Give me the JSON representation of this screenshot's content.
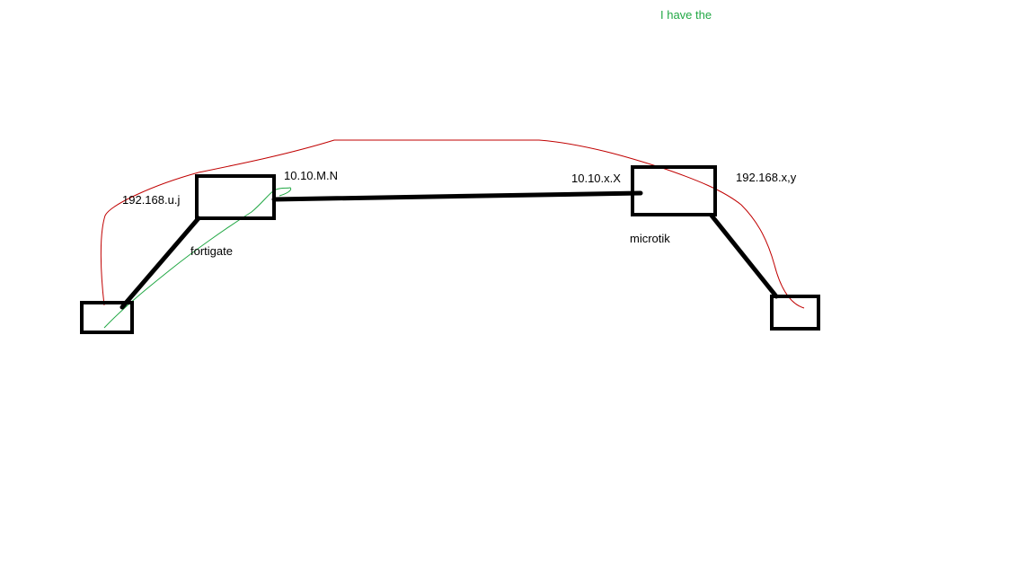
{
  "note_text": "I have the",
  "labels": {
    "left_lan_ip": "192.168.u.j",
    "fortigate_wan_ip": "10.10.M.N",
    "fortigate_name": "fortigate",
    "microtik_wan_ip": "10.10.x.X",
    "right_lan_ip": "192.168.x,y",
    "microtik_name": "microtik"
  },
  "colors": {
    "background": "#ffffff",
    "box_stroke": "#000000",
    "link_stroke": "#000000",
    "label_text": "#000000",
    "red_path": "#c00000",
    "green_path": "#22a845",
    "note_text": "#22a845"
  }
}
